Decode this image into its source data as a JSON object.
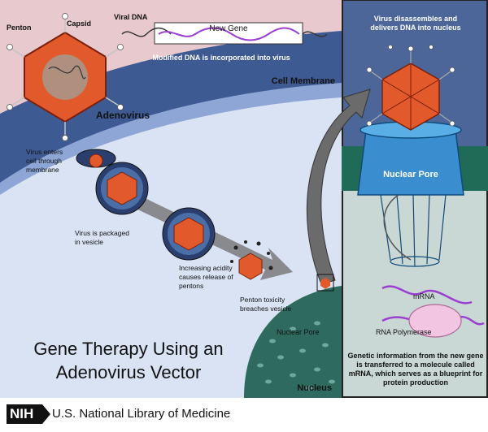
{
  "title_line1": "Gene Therapy Using an",
  "title_line2": "Adenovirus Vector",
  "labels": {
    "penton": "Penton",
    "capsid": "Capsid",
    "viral_dna": "Viral DNA",
    "new_gene": "New Gene",
    "modified_dna": "Modified DNA is incorporated into virus",
    "adenovirus": "Adenovirus",
    "cell_membrane": "Cell Membrane",
    "virus_enters": [
      "Virus enters",
      "cell through",
      "membrane"
    ],
    "virus_packaged": [
      "Virus is packaged",
      "in vesicle"
    ],
    "acidity": [
      "Increasing acidity",
      "causes release of",
      "pentons"
    ],
    "penton_toxicity": [
      "Penton toxicity",
      "breaches vesicle"
    ],
    "nuclear_pore_small": "Nuclear Pore",
    "nucleus": "Nucleus",
    "disassembles": [
      "Virus disassembles and",
      "delivers DNA into nucleus"
    ],
    "nuclear_pore_large": "Nuclear Pore",
    "mrna": "mRNA",
    "rna_polymerase": "RNA Polymerase",
    "genetic_info": [
      "Genetic information from the new gene",
      "is transferred to a molecule called",
      "mRNA, which serves as a blueprint for",
      "protein production"
    ]
  },
  "footer": {
    "logo": "NIH",
    "organization": "U.S. National Library of Medicine"
  },
  "colors": {
    "extracellular": "#e7c9ce",
    "membrane": "#3e5a93",
    "cytoplasm": "#d9e3f4",
    "nucleus": "#2e6b5e",
    "panel": "#c9d8d4",
    "virus": "#e25a2b",
    "dna": "#9b3fd1"
  }
}
